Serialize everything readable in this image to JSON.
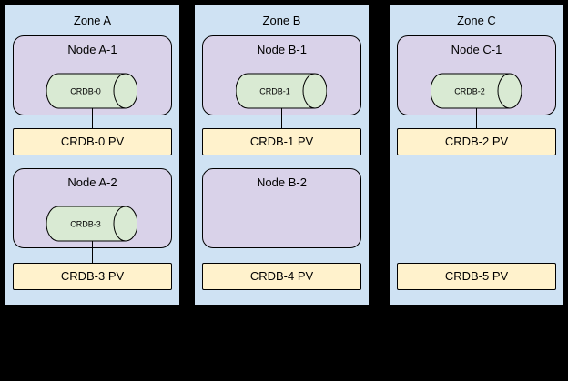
{
  "zones": [
    {
      "label": "Zone A",
      "nodes": [
        {
          "label": "Node A-1",
          "cylinder": "CRDB-0",
          "pv": "CRDB-0 PV"
        },
        {
          "label": "Node A-2",
          "cylinder": "CRDB-3",
          "pv": "CRDB-3 PV"
        }
      ]
    },
    {
      "label": "Zone B",
      "nodes": [
        {
          "label": "Node B-1",
          "cylinder": "CRDB-1",
          "pv": "CRDB-1 PV"
        },
        {
          "label": "Node B-2",
          "cylinder": null,
          "pv": "CRDB-4 PV"
        }
      ]
    },
    {
      "label": "Zone C",
      "nodes": [
        {
          "label": "Node C-1",
          "cylinder": "CRDB-2",
          "pv": "CRDB-2 PV"
        },
        {
          "label": null,
          "cylinder": null,
          "pv": "CRDB-5 PV"
        }
      ]
    }
  ],
  "colors": {
    "background": "#000000",
    "border": "#000000",
    "zone_fill": "#cfe2f3",
    "node_fill": "#d9d2e9",
    "cylinder_fill": "#d9ead3",
    "pv_fill": "#fff2cc"
  }
}
